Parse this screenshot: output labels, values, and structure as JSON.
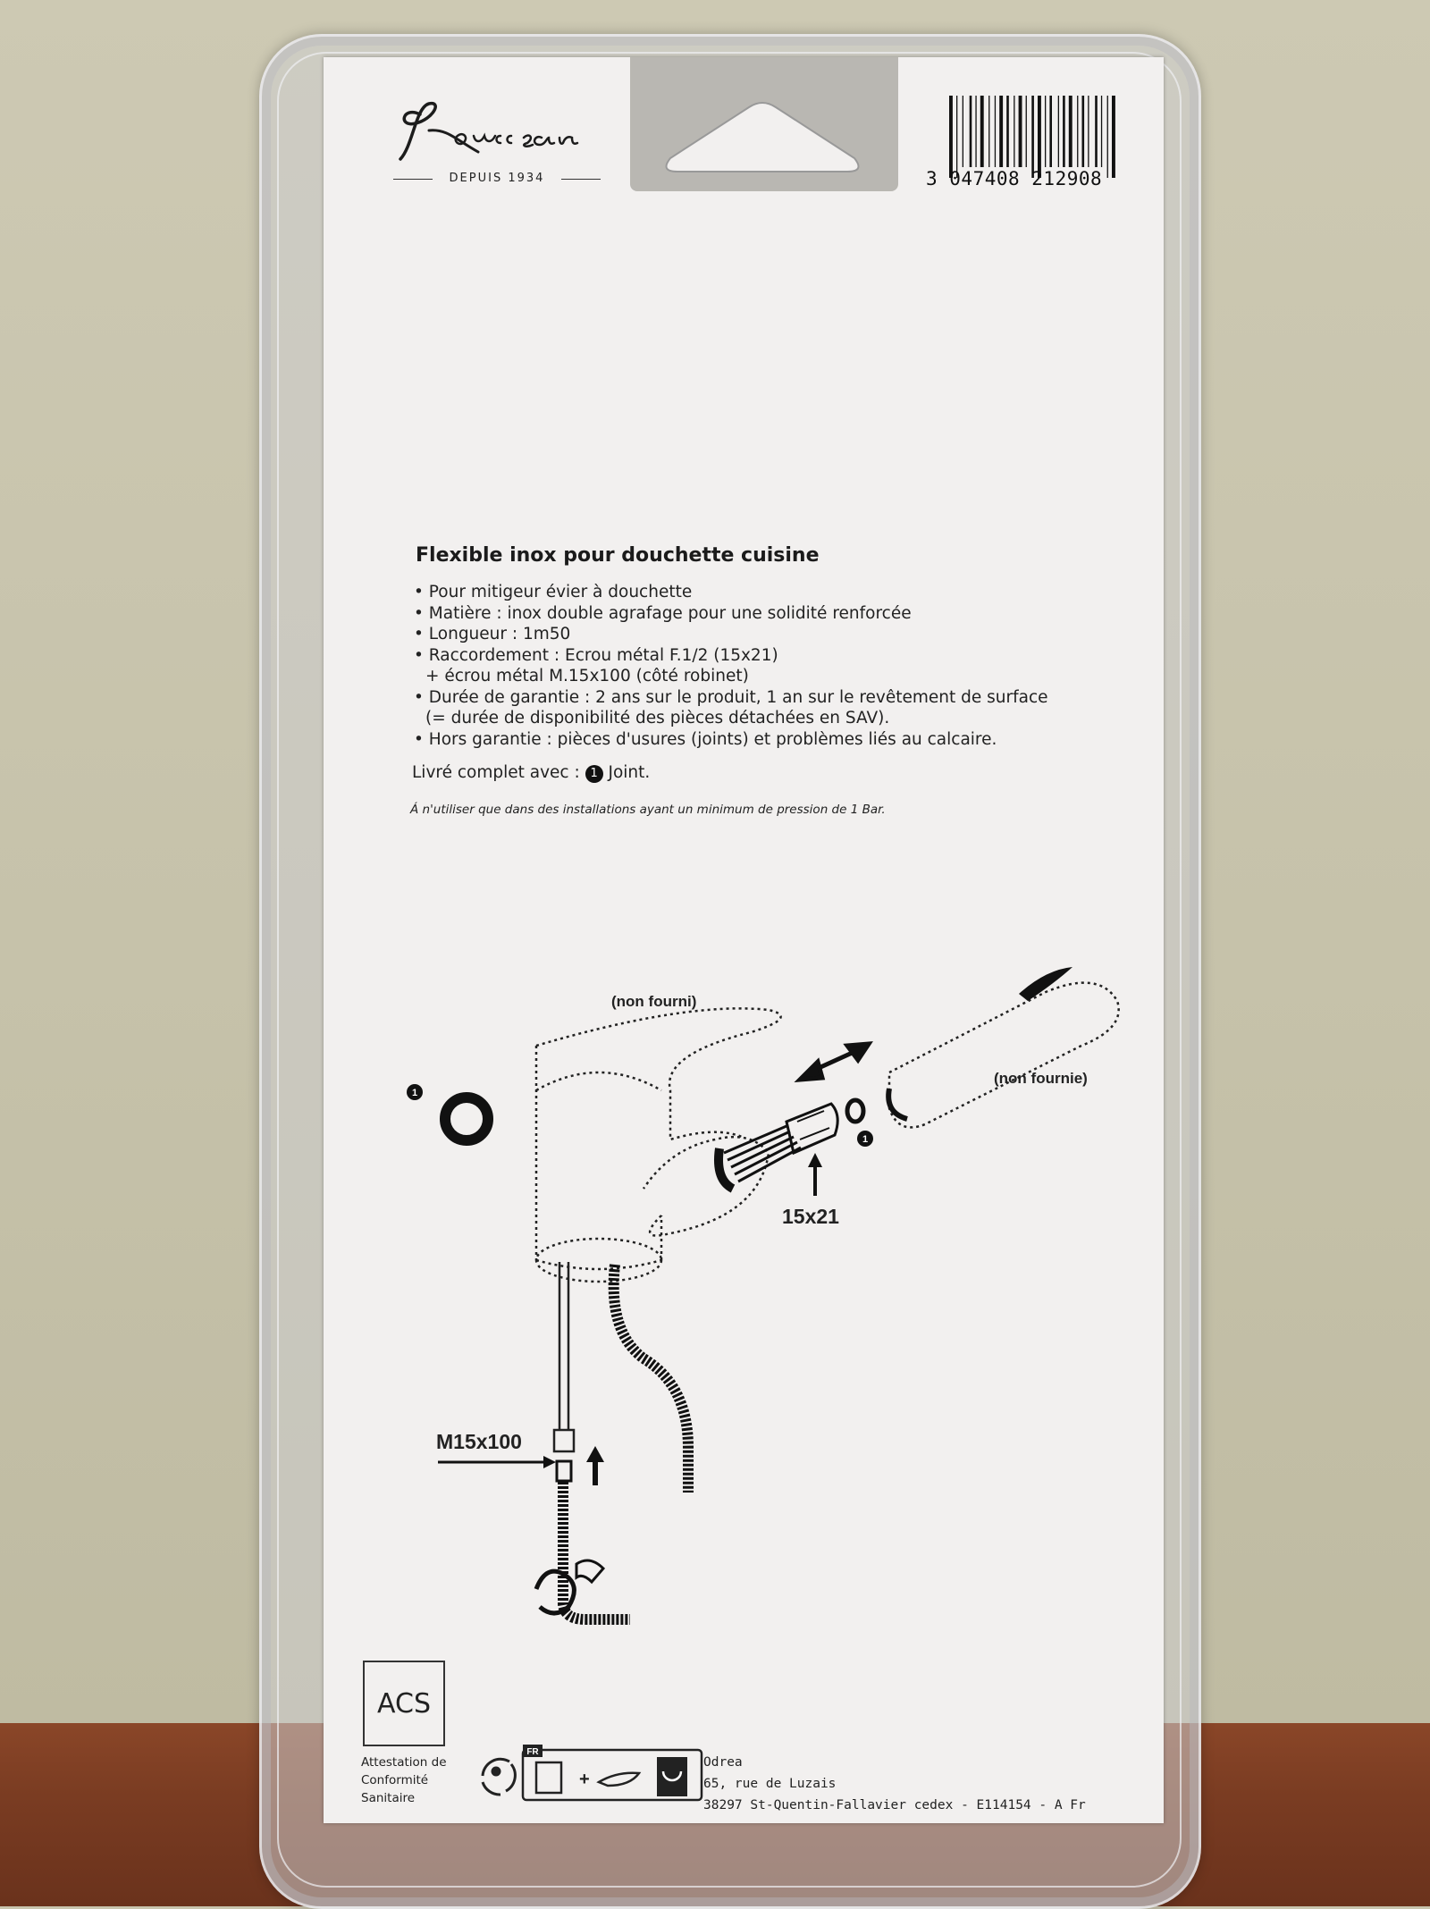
{
  "brand": {
    "name": "Rousseau",
    "tagline": "DEPUIS 1934"
  },
  "barcode": {
    "number": "3 047408 212908"
  },
  "product": {
    "title": "Flexible inox pour douchette cuisine",
    "bullets": [
      "• Pour mitigeur évier à douchette",
      "• Matière : inox double agrafage pour une solidité renforcée",
      "• Longueur : 1m50",
      "• Raccordement : Ecrou métal F.1/2 (15x21)",
      "+ écrou métal M.15x100 (côté robinet)",
      "• Durée de garantie : 2 ans sur le produit, 1 an sur le revêtement de surface",
      "(= durée de disponibilité des pièces détachées en SAV).",
      "• Hors garantie : pièces d'usures (joints) et problèmes liés au calcaire."
    ],
    "complete_prefix": "Livré complet avec :",
    "complete_count": "1",
    "complete_item": "Joint.",
    "note": "Á n'utiliser que dans des installations ayant un minimum de pression de 1 Bar."
  },
  "diagram": {
    "label_non_fourni": "(non fourni)",
    "label_non_fournie": "(non fournie)",
    "label_15x21": "15x21",
    "label_m15x100": "M15x100",
    "joint_marker": "1"
  },
  "certification": {
    "acs": "ACS",
    "caption_1": "Attestation de",
    "caption_2": "Conformité",
    "caption_3": "Sanitaire"
  },
  "recycling": {
    "country": "FR"
  },
  "address": {
    "line1": "Odrea",
    "line2": "65, rue de Luzais",
    "line3": "38297 St-Quentin-Fallavier cedex - E114154 - A Fr"
  },
  "colors": {
    "wall": "#c9c5ae",
    "card": "#f2f0ef",
    "shelf": "#7a3c22",
    "ink": "#1b1b1b"
  }
}
